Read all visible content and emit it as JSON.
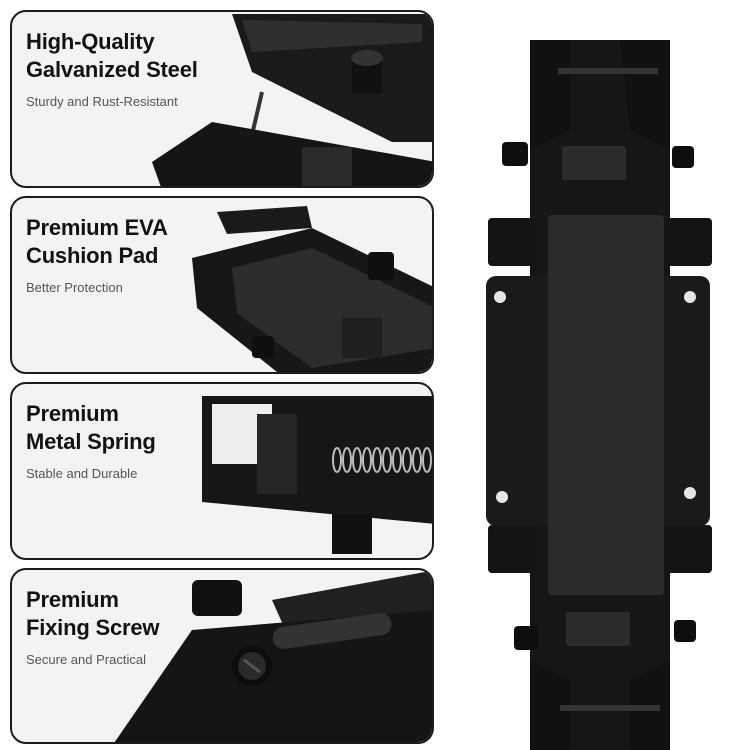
{
  "features": [
    {
      "title_line1": "High-Quality",
      "title_line2": "Galvanized Steel",
      "subtitle": "Sturdy and Rust-Resistant"
    },
    {
      "title_line1": "Premium EVA",
      "title_line2": "Cushion Pad",
      "subtitle": "Better Protection"
    },
    {
      "title_line1": "Premium",
      "title_line2": "Metal Spring",
      "subtitle": "Stable and Durable"
    },
    {
      "title_line1": "Premium",
      "title_line2": "Fixing Screw",
      "subtitle": "Secure and Practical"
    }
  ],
  "colors": {
    "card_border": "#1c1c1c",
    "card_background": "#f3f3f3",
    "metal": "#161616",
    "pad": "#2b2b2b"
  }
}
